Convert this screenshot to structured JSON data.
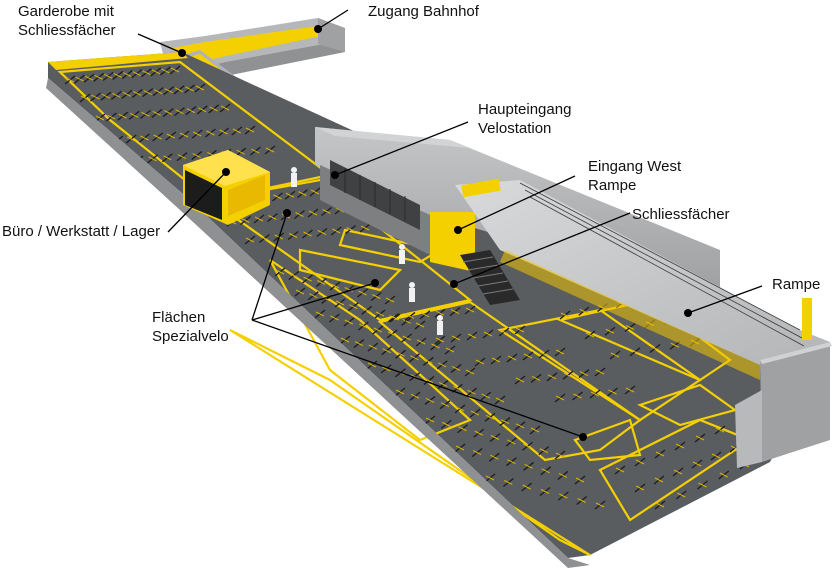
{
  "labels": {
    "garderobe": [
      "Garderobe mit",
      "Schliessfächer"
    ],
    "zugang": "Zugang Bahnhof",
    "haupteingang": [
      "Haupteingang",
      "Velostation"
    ],
    "eingang_west": [
      "Eingang West",
      "Rampe"
    ],
    "schliessfaecher": "Schliessfächer",
    "buero": "Büro / Werkstatt / Lager",
    "rampe": "Rampe",
    "flaechen": [
      "Flächen",
      "Spezialvelo"
    ]
  },
  "colors": {
    "accent_yellow": "#f5d000",
    "floor": "#5a5d60",
    "wall": "#a9abad",
    "wall_dark": "#8e9092",
    "bike": "#1e1e1e",
    "leader": "#000000"
  }
}
